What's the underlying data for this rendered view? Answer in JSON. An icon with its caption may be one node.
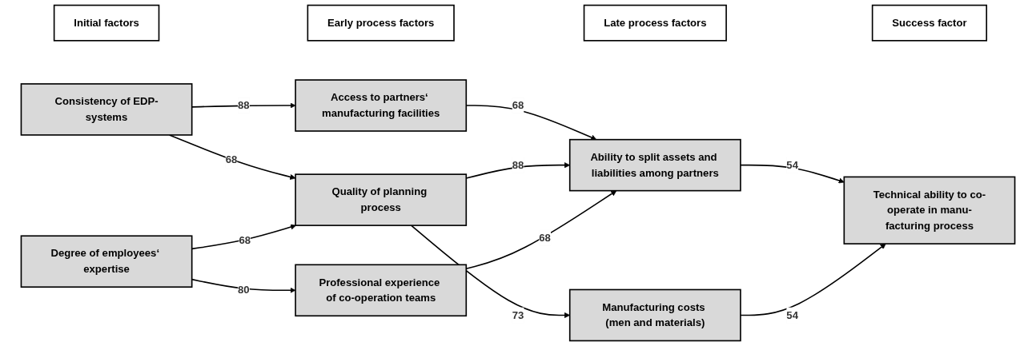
{
  "diagram": {
    "nodes": [
      {
        "text": [
          "Initial factors"
        ]
      },
      {
        "text": [
          "Early process factors"
        ]
      },
      {
        "text": [
          "Late process factors"
        ]
      },
      {
        "text": [
          "Success factor"
        ]
      },
      {
        "text": [
          "Consistency of EDP-systems"
        ]
      },
      {
        "text": [
          "Degree of employees‘ expertise"
        ]
      },
      {
        "text": [
          "Access to partners‘ manufacturing facilities"
        ]
      },
      {
        "text": [
          "Quality of planning process"
        ]
      },
      {
        "text": [
          "Professional experience of co-operation teams"
        ]
      },
      {
        "text": [
          "Ability to split assets and liabilities among partners"
        ]
      },
      {
        "text": [
          "Manufacturing costs (men and materials)"
        ]
      },
      {
        "text": [
          "Technical ability to co-operate in manu-facturing process"
        ]
      }
    ],
    "edges": [
      {
        "from": 4,
        "to": 6,
        "arrow": "to",
        "label": "88"
      },
      {
        "from": 4,
        "to": 7,
        "arrow": "to",
        "label": "68"
      },
      {
        "from": 5,
        "to": 7,
        "arrow": "to",
        "label": "68"
      },
      {
        "from": 5,
        "to": 8,
        "arrow": "to",
        "label": "80"
      },
      {
        "from": 6,
        "to": 9,
        "arrow": "to",
        "label": "68"
      },
      {
        "from": 7,
        "to": 9,
        "arrow": "to",
        "label": "88"
      },
      {
        "from": 7,
        "to": 10,
        "arrow": "to",
        "label": "73"
      },
      {
        "from": 8,
        "to": 9,
        "arrow": "to",
        "label": "68"
      },
      {
        "from": 9,
        "to": 11,
        "arrow": "to",
        "label": "54"
      },
      {
        "from": 10,
        "to": 11,
        "arrow": "to",
        "label": "54"
      }
    ]
  }
}
